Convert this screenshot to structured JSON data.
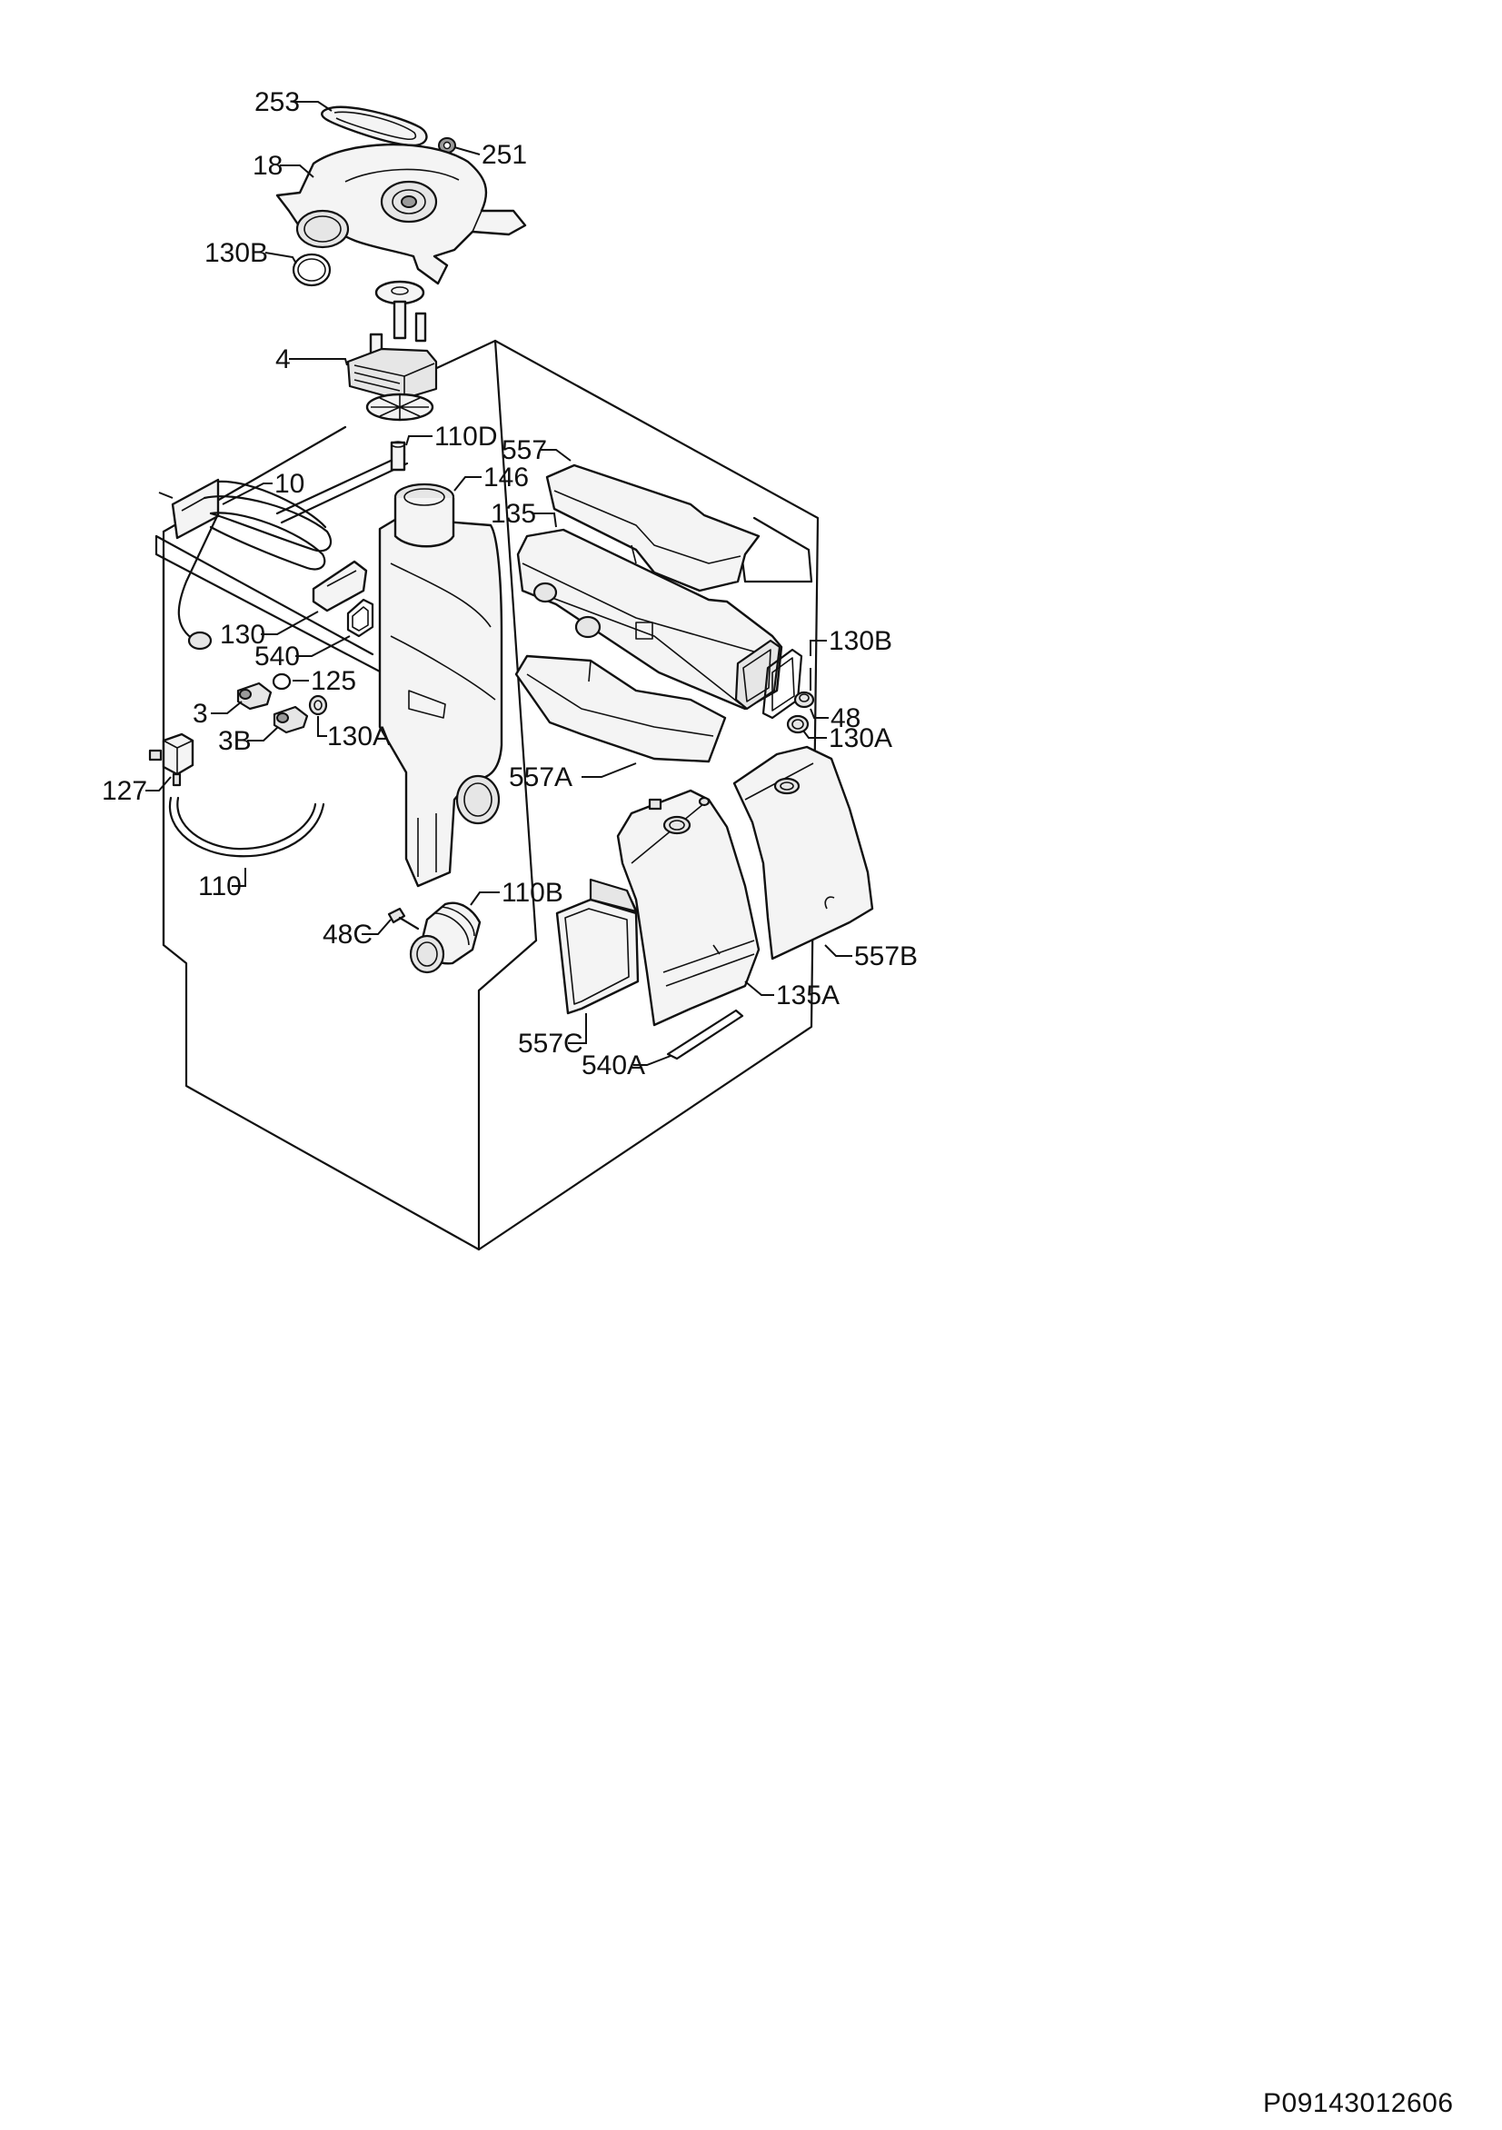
{
  "diagram": {
    "document_code": "P09143012606",
    "labels": {
      "l253": "253",
      "l251": "251",
      "l18": "18",
      "l130B_top": "130B",
      "l4": "4",
      "l110D": "110D",
      "l557": "557",
      "l146": "146",
      "l10": "10",
      "l135": "135",
      "l130": "130",
      "l540": "540",
      "l130B_right": "130B",
      "l125": "125",
      "l3": "3",
      "l48": "48",
      "l3B": "3B",
      "l130A_left": "130A",
      "l130A_right": "130A",
      "l557A": "557A",
      "l127": "127",
      "l110": "110",
      "l110B": "110B",
      "l48C": "48C",
      "l557B": "557B",
      "l135A": "135A",
      "l557C": "557C",
      "l540A": "540A"
    }
  }
}
